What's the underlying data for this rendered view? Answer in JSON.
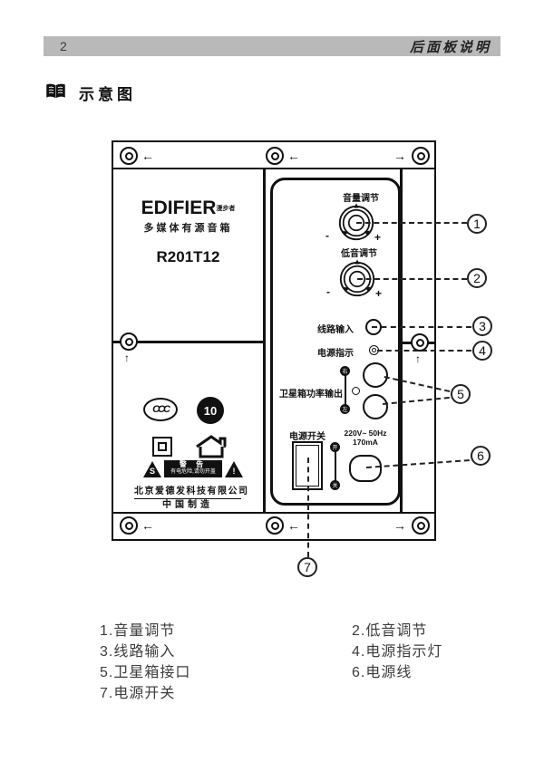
{
  "header": {
    "page_number": "2",
    "title": "后面板说明"
  },
  "section": {
    "title": "示意图"
  },
  "panel": {
    "brand": "EDIFIER",
    "brand_suffix": "漫步者",
    "brand_tagline": "多媒体有源音箱",
    "model": "R201T12",
    "labels": {
      "volume": "音量调节",
      "bass": "低音调节",
      "line_in": "线路输入",
      "power_led": "电源指示",
      "sat_out": "卫星箱功率输出",
      "sat_right": "右",
      "sat_left": "左",
      "power_switch": "电源开关",
      "switch_on": "开",
      "switch_off": "关",
      "rating_line1": "220V~ 50Hz",
      "rating_line2": "170mA",
      "minus": "-",
      "plus": "+"
    },
    "marks": {
      "ccc": "CCC",
      "rohs": "10",
      "warning_mark_left": "S",
      "warning_mark_right": "!"
    },
    "warning": {
      "title": "警 告",
      "line": "有电危险,请勿开盖"
    },
    "company": "北京爱德发科技有限公司",
    "origin": "中国制造",
    "callouts": [
      "1",
      "2",
      "3",
      "4",
      "5",
      "6",
      "7"
    ]
  },
  "icons": {
    "arrow_left": "←",
    "arrow_right": "→",
    "arrow_up": "↑"
  },
  "legend": {
    "items": [
      {
        "text": "1.音量调节"
      },
      {
        "text": "2.低音调节"
      },
      {
        "text": "3.线路输入"
      },
      {
        "text": "4.电源指示灯"
      },
      {
        "text": "5.卫星箱接口"
      },
      {
        "text": "6.电源线"
      },
      {
        "text": "7.电源开关"
      }
    ]
  }
}
